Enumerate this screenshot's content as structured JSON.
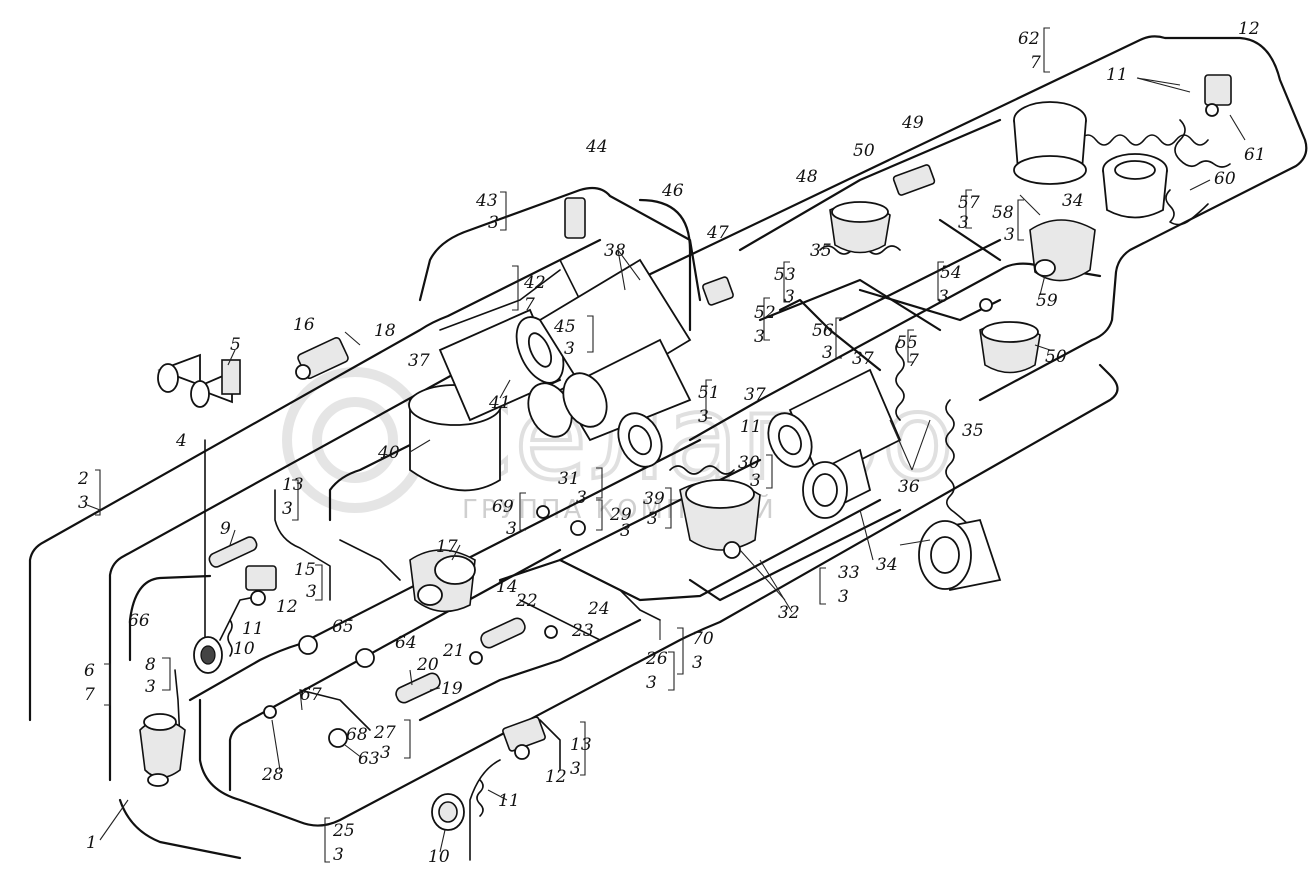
{
  "watermark": {
    "logo": "Селагро",
    "caption": "ГРУППА КОМПАНИЙ"
  },
  "callouts": [
    {
      "id": "c1",
      "text": "1"
    },
    {
      "id": "c2",
      "text": "2"
    },
    {
      "id": "c2b",
      "text": "3"
    },
    {
      "id": "c4",
      "text": "4"
    },
    {
      "id": "c5",
      "text": "5"
    },
    {
      "id": "c6",
      "text": "6"
    },
    {
      "id": "c6b",
      "text": "7"
    },
    {
      "id": "c8",
      "text": "8"
    },
    {
      "id": "c8b",
      "text": "3"
    },
    {
      "id": "c9",
      "text": "9"
    },
    {
      "id": "c10a",
      "text": "10"
    },
    {
      "id": "c10b",
      "text": "10"
    },
    {
      "id": "c11a",
      "text": "11"
    },
    {
      "id": "c11b",
      "text": "11"
    },
    {
      "id": "c11c",
      "text": "11"
    },
    {
      "id": "c11d",
      "text": "11"
    },
    {
      "id": "c12a",
      "text": "12"
    },
    {
      "id": "c12b",
      "text": "12"
    },
    {
      "id": "c12c",
      "text": "12"
    },
    {
      "id": "c13a",
      "text": "13"
    },
    {
      "id": "c13ab",
      "text": "3"
    },
    {
      "id": "c13b",
      "text": "13"
    },
    {
      "id": "c13bb",
      "text": "3"
    },
    {
      "id": "c14",
      "text": "14"
    },
    {
      "id": "c15",
      "text": "15"
    },
    {
      "id": "c15b",
      "text": "3"
    },
    {
      "id": "c16",
      "text": "16"
    },
    {
      "id": "c17",
      "text": "17"
    },
    {
      "id": "c18",
      "text": "18"
    },
    {
      "id": "c19",
      "text": "19"
    },
    {
      "id": "c20",
      "text": "20"
    },
    {
      "id": "c21",
      "text": "21"
    },
    {
      "id": "c22",
      "text": "22"
    },
    {
      "id": "c23",
      "text": "23"
    },
    {
      "id": "c24",
      "text": "24"
    },
    {
      "id": "c25",
      "text": "25"
    },
    {
      "id": "c25b",
      "text": "3"
    },
    {
      "id": "c26",
      "text": "26"
    },
    {
      "id": "c26b",
      "text": "3"
    },
    {
      "id": "c27",
      "text": "27"
    },
    {
      "id": "c27b",
      "text": "3"
    },
    {
      "id": "c28",
      "text": "28"
    },
    {
      "id": "c29",
      "text": "29"
    },
    {
      "id": "c29b",
      "text": "3"
    },
    {
      "id": "c30",
      "text": "30"
    },
    {
      "id": "c30b",
      "text": "3"
    },
    {
      "id": "c31",
      "text": "31"
    },
    {
      "id": "c31b",
      "text": "3"
    },
    {
      "id": "c32",
      "text": "32"
    },
    {
      "id": "c33",
      "text": "33"
    },
    {
      "id": "c33b",
      "text": "3"
    },
    {
      "id": "c34a",
      "text": "34"
    },
    {
      "id": "c34b",
      "text": "34"
    },
    {
      "id": "c35a",
      "text": "35"
    },
    {
      "id": "c35b",
      "text": "35"
    },
    {
      "id": "c36",
      "text": "36"
    },
    {
      "id": "c37a",
      "text": "37"
    },
    {
      "id": "c37b",
      "text": "37"
    },
    {
      "id": "c37c",
      "text": "37"
    },
    {
      "id": "c38",
      "text": "38"
    },
    {
      "id": "c39",
      "text": "39"
    },
    {
      "id": "c39b",
      "text": "3"
    },
    {
      "id": "c40",
      "text": "40"
    },
    {
      "id": "c41",
      "text": "41"
    },
    {
      "id": "c42",
      "text": "42"
    },
    {
      "id": "c42b",
      "text": "7"
    },
    {
      "id": "c43",
      "text": "43"
    },
    {
      "id": "c43b",
      "text": "3"
    },
    {
      "id": "c44",
      "text": "44"
    },
    {
      "id": "c45",
      "text": "45"
    },
    {
      "id": "c45b",
      "text": "3"
    },
    {
      "id": "c46",
      "text": "46"
    },
    {
      "id": "c47",
      "text": "47"
    },
    {
      "id": "c48",
      "text": "48"
    },
    {
      "id": "c49",
      "text": "49"
    },
    {
      "id": "c50a",
      "text": "50"
    },
    {
      "id": "c50b",
      "text": "50"
    },
    {
      "id": "c51",
      "text": "51"
    },
    {
      "id": "c51b",
      "text": "3"
    },
    {
      "id": "c52",
      "text": "52"
    },
    {
      "id": "c52b",
      "text": "3"
    },
    {
      "id": "c53",
      "text": "53"
    },
    {
      "id": "c53b",
      "text": "3"
    },
    {
      "id": "c54",
      "text": "54"
    },
    {
      "id": "c54b",
      "text": "3"
    },
    {
      "id": "c55",
      "text": "55"
    },
    {
      "id": "c55b",
      "text": "7"
    },
    {
      "id": "c56",
      "text": "56"
    },
    {
      "id": "c56b",
      "text": "3"
    },
    {
      "id": "c57",
      "text": "57"
    },
    {
      "id": "c57b",
      "text": "3"
    },
    {
      "id": "c58",
      "text": "58"
    },
    {
      "id": "c58b",
      "text": "3"
    },
    {
      "id": "c59",
      "text": "59"
    },
    {
      "id": "c60",
      "text": "60"
    },
    {
      "id": "c61",
      "text": "61"
    },
    {
      "id": "c62",
      "text": "62"
    },
    {
      "id": "c62b",
      "text": "7"
    },
    {
      "id": "c63",
      "text": "63"
    },
    {
      "id": "c64",
      "text": "64"
    },
    {
      "id": "c65",
      "text": "65"
    },
    {
      "id": "c66",
      "text": "66"
    },
    {
      "id": "c67",
      "text": "67"
    },
    {
      "id": "c68",
      "text": "68"
    },
    {
      "id": "c69",
      "text": "69"
    },
    {
      "id": "c69b",
      "text": "3"
    },
    {
      "id": "c70",
      "text": "70"
    },
    {
      "id": "c70b",
      "text": "3"
    }
  ]
}
